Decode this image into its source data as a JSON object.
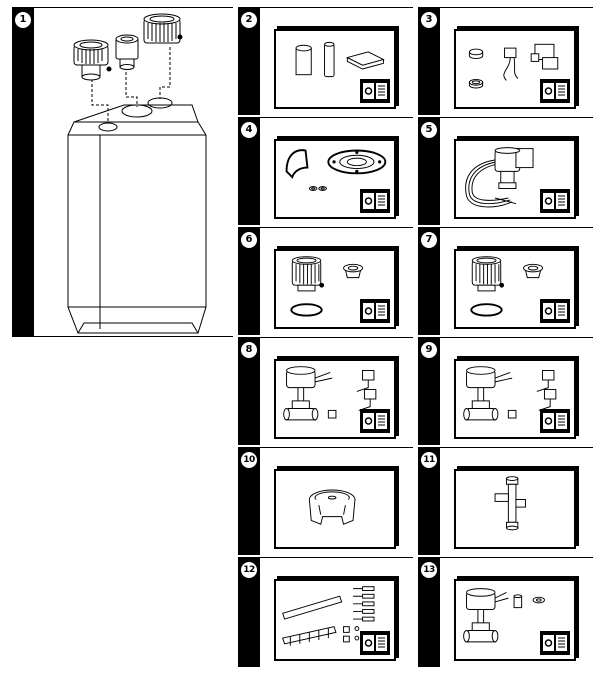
{
  "cells": [
    {
      "number": "1"
    },
    {
      "number": "2"
    },
    {
      "number": "3"
    },
    {
      "number": "4"
    },
    {
      "number": "5"
    },
    {
      "number": "6"
    },
    {
      "number": "7"
    },
    {
      "number": "8"
    },
    {
      "number": "9"
    },
    {
      "number": "10"
    },
    {
      "number": "11"
    },
    {
      "number": "12"
    },
    {
      "number": "13"
    }
  ],
  "icons": {
    "manual": "manual-book-icon"
  }
}
